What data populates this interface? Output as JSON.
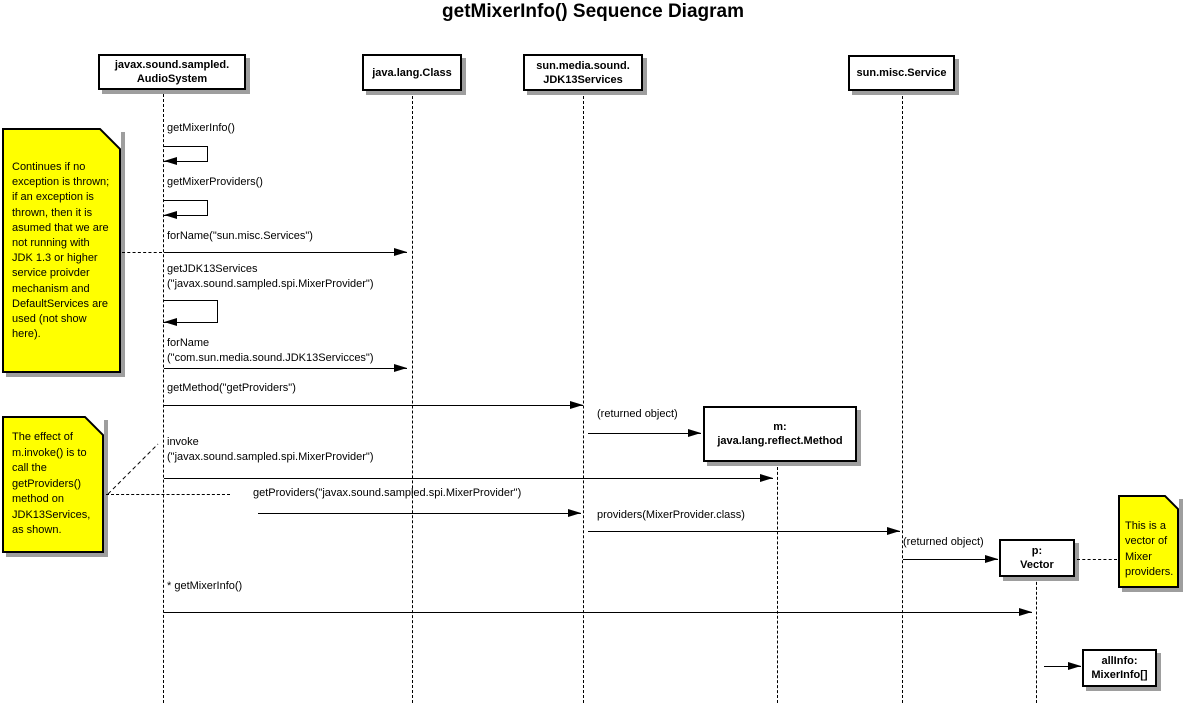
{
  "title": "getMixerInfo() Sequence Diagram",
  "colors": {
    "note_yellow": "#FFFF00",
    "shadow_gray": "#9E9E9E",
    "line_black": "#000000",
    "background": "#FFFFFF"
  },
  "actors": [
    {
      "name": "javax.sound.sampled.\nAudioSystem"
    },
    {
      "name": "java.lang.Class"
    },
    {
      "name": "sun.media.sound.\nJDK13Services"
    },
    {
      "name": "sun.misc.Service"
    }
  ],
  "objects": [
    {
      "name": "m:\njava.lang.reflect.Method"
    },
    {
      "name": "p:\nVector"
    },
    {
      "name": "allInfo:\nMixerInfo[]"
    }
  ],
  "messages": [
    {
      "label": "getMixerInfo()",
      "kind": "self",
      "from": "AudioSystem",
      "to": "AudioSystem"
    },
    {
      "label": "getMixerProviders()",
      "kind": "self",
      "from": "AudioSystem",
      "to": "AudioSystem"
    },
    {
      "label": "forName(\"sun.misc.Services\")",
      "kind": "call",
      "from": "AudioSystem",
      "to": "java.lang.Class"
    },
    {
      "label": "getJDK13Services\n(\"javax.sound.sampled.spi.MixerProvider\")",
      "kind": "self",
      "from": "AudioSystem",
      "to": "AudioSystem"
    },
    {
      "label": "forName\n(\"com.sun.media.sound.JDK13Servicces\")",
      "kind": "call",
      "from": "AudioSystem",
      "to": "java.lang.Class"
    },
    {
      "label": "getMethod(\"getProviders\")",
      "kind": "call",
      "from": "AudioSystem",
      "to": "JDK13Services"
    },
    {
      "label": "(returned object)",
      "kind": "return",
      "from": "JDK13Services",
      "to": "m: java.lang.reflect.Method"
    },
    {
      "label": "invoke\n(\"javax.sound.sampled.spi.MixerProvider\")",
      "kind": "call",
      "from": "AudioSystem",
      "to": "m: java.lang.reflect.Method"
    },
    {
      "label": "getProviders(\"javax.sound.sampled.spi.MixerProvider\")",
      "kind": "call",
      "from": "AudioSystem",
      "to": "JDK13Services"
    },
    {
      "label": "providers(MixerProvider.class)",
      "kind": "call",
      "from": "JDK13Services",
      "to": "sun.misc.Service"
    },
    {
      "label": "(returned object)",
      "kind": "return",
      "from": "sun.misc.Service",
      "to": "p: Vector"
    },
    {
      "label": "* getMixerInfo()",
      "kind": "call",
      "from": "AudioSystem",
      "to": "p: Vector"
    },
    {
      "label": "",
      "kind": "return",
      "from": "p: Vector",
      "to": "allInfo: MixerInfo[]"
    }
  ],
  "notes": [
    {
      "text": "Continues if no exception is thrown; if an exception is thrown, then it is asumed that we are not running with JDK 1.3 or higher service proivder mechanism and DefaultServices are used (not show here)."
    },
    {
      "text": "The effect of m.invoke() is to call the getProviders() method on JDK13Services, as shown."
    },
    {
      "text": "This is a vector of Mixer providers."
    }
  ]
}
